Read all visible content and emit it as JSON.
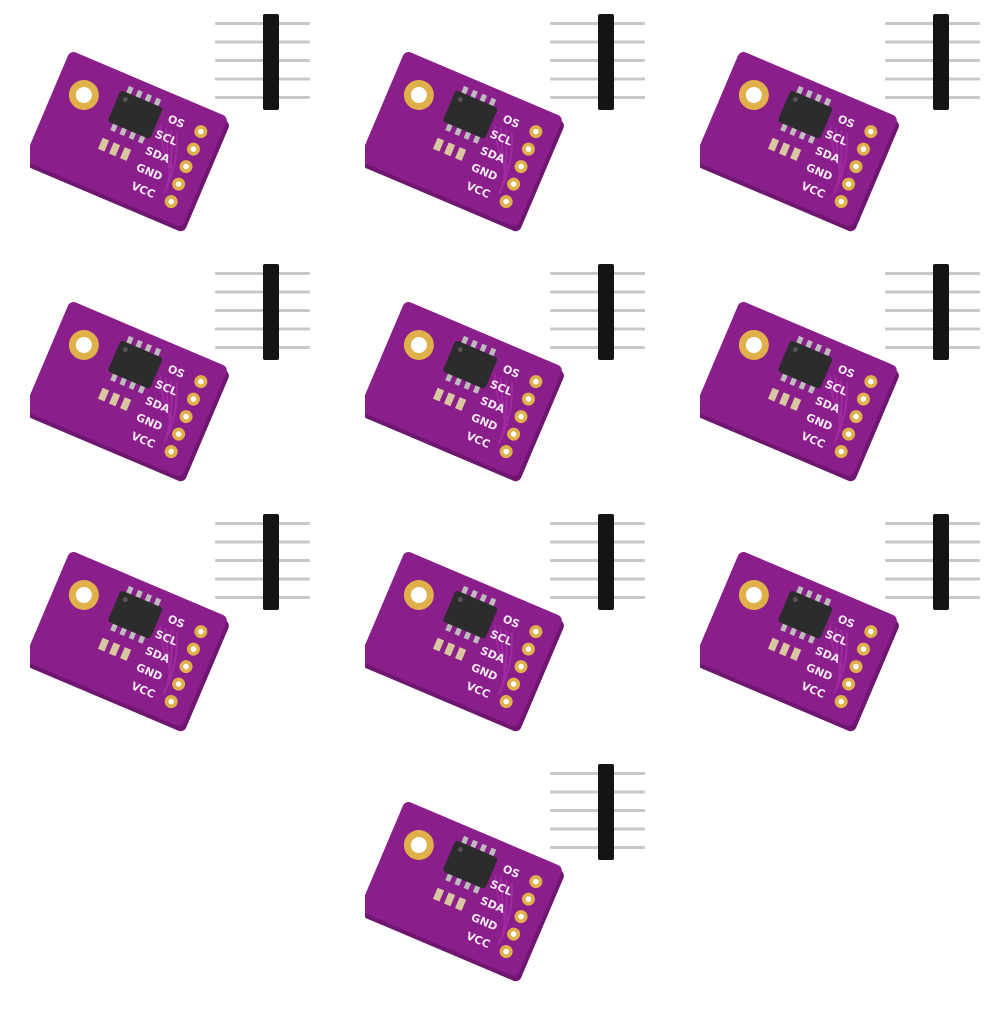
{
  "scene": {
    "background": "#ffffff",
    "board_color": "#8a1e8a",
    "board_dark": "#6f1670",
    "pad_color": "#e0b04a",
    "header_body_color": "#141414",
    "header_pin_color": "#c8c8c8",
    "module_count": 10
  },
  "module": {
    "pin_labels": [
      "OS",
      "SCL",
      "SDA",
      "GND",
      "VCC"
    ],
    "ic_color": "#2c2c2c",
    "ic_pin_color": "#bdbdbd"
  },
  "modules": [
    {
      "id": 1
    },
    {
      "id": 2
    },
    {
      "id": 3
    },
    {
      "id": 4
    },
    {
      "id": 5
    },
    {
      "id": 6
    },
    {
      "id": 7
    },
    {
      "id": 8
    },
    {
      "id": 9
    },
    {
      "id": 10
    }
  ]
}
